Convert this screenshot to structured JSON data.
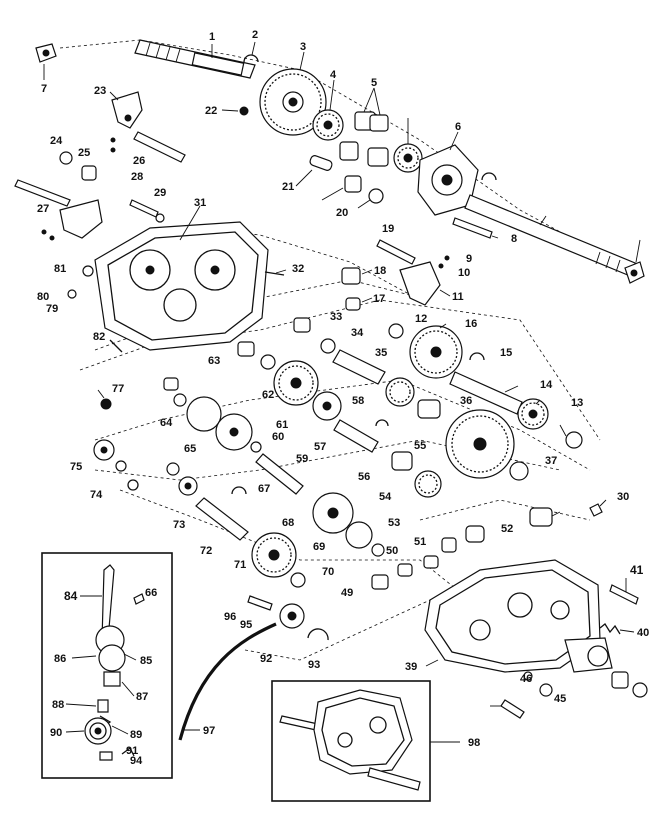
{
  "diagram": {
    "part_numbers": {
      "1": "1",
      "2": "2",
      "3": "3",
      "4": "4",
      "5": "5",
      "6": "6",
      "7": "7",
      "8": "8",
      "9": "9",
      "10": "10",
      "11": "11",
      "12": "12",
      "13": "13",
      "14": "14",
      "15": "15",
      "16": "16",
      "17": "17",
      "18": "18",
      "19": "19",
      "20": "20",
      "21": "21",
      "22": "22",
      "23": "23",
      "24": "24",
      "25": "25",
      "26": "26",
      "27": "27",
      "28": "28",
      "29": "29",
      "30": "30",
      "31": "31",
      "32": "32",
      "33": "33",
      "34": "34",
      "35": "35",
      "36": "36",
      "37": "37",
      "39": "39",
      "40": "40",
      "41": "41",
      "45": "45",
      "46": "46",
      "49": "49",
      "50": "50",
      "51": "51",
      "52": "52",
      "53": "53",
      "54": "54",
      "55": "55",
      "56": "56",
      "57": "57",
      "58": "58",
      "59": "59",
      "60": "60",
      "61": "61",
      "62": "62",
      "63": "63",
      "64": "64",
      "65": "65",
      "66": "66",
      "67": "67",
      "68": "68",
      "69": "69",
      "70": "70",
      "71": "71",
      "72": "72",
      "73": "73",
      "74": "74",
      "75": "75",
      "77": "77",
      "79": "79",
      "80": "80",
      "81": "81",
      "82": "82",
      "84": "84",
      "85": "85",
      "86": "86",
      "87": "87",
      "88": "88",
      "89": "89",
      "90": "90",
      "91": "91",
      "92": "92",
      "93": "93",
      "94": "94",
      "95": "95",
      "96": "96",
      "97": "97",
      "98": "98"
    }
  }
}
